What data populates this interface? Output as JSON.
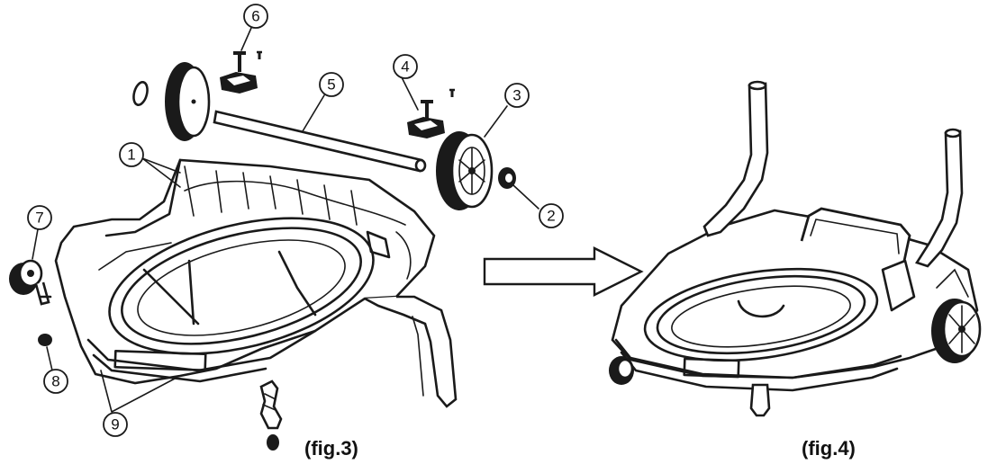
{
  "figures": {
    "fig3": {
      "caption": "(fig.3)"
    },
    "fig4": {
      "caption": "(fig.4)"
    }
  },
  "callouts": {
    "c1": "1",
    "c2": "2",
    "c3": "3",
    "c4": "4",
    "c5": "5",
    "c6": "6",
    "c7": "7",
    "c8": "8",
    "c9": "9"
  },
  "colors": {
    "line": "#1a1a1a",
    "background": "#ffffff"
  }
}
